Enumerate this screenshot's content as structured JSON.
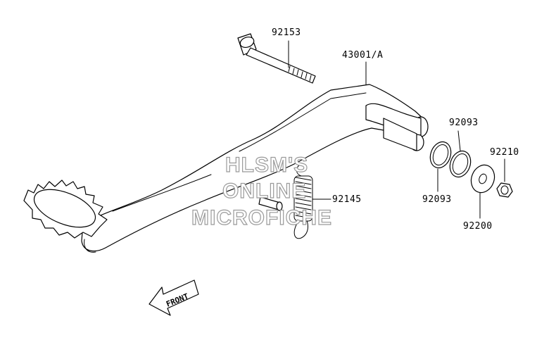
{
  "diagram": {
    "parts": [
      {
        "key": "bolt",
        "number": "92153"
      },
      {
        "key": "pedal",
        "number": "43001/A"
      },
      {
        "key": "o_ring_upper",
        "number": "92093"
      },
      {
        "key": "o_ring_lower",
        "number": "92093"
      },
      {
        "key": "nut",
        "number": "92210"
      },
      {
        "key": "spring",
        "number": "92145"
      },
      {
        "key": "washer",
        "number": "92200"
      }
    ],
    "front_label": "FRONT",
    "watermark": [
      "HLSM'S",
      "ONLINE",
      "MICROFICHE"
    ]
  }
}
